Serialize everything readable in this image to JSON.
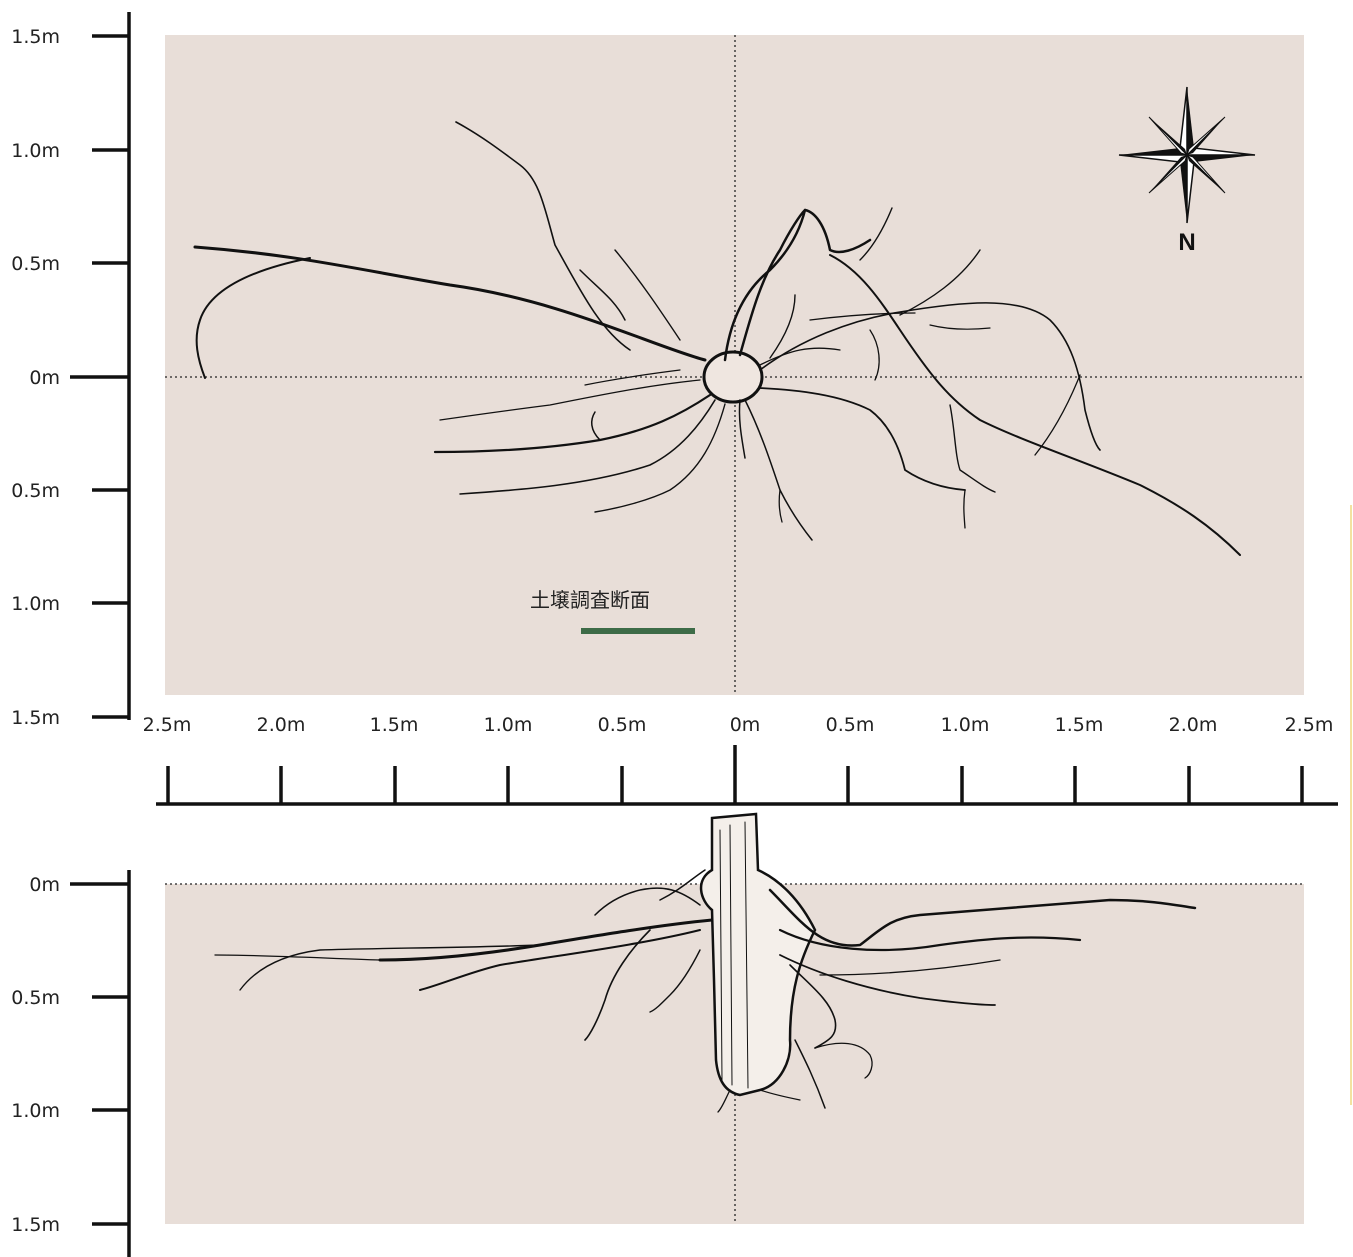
{
  "plan_view": {
    "y_ticks": [
      "1.5m",
      "1.0m",
      "0.5m",
      "0m",
      "0.5m",
      "1.0m",
      "1.5m"
    ],
    "x_ticks": [
      "2.5m",
      "2.0m",
      "1.5m",
      "1.0m",
      "0.5m",
      "0m",
      "0.5m",
      "1.0m",
      "1.5m",
      "2.0m",
      "2.5m"
    ],
    "compass_label": "N",
    "soil_section_label": "土壌調査断面",
    "soil_section_color": "#3d6b47",
    "panel_color": "#e8ded8"
  },
  "section_view": {
    "y_ticks": [
      "0m",
      "0.5m",
      "1.0m",
      "1.5m"
    ],
    "panel_color": "#e8ded8"
  },
  "accent_line_color": "#f3e2a0"
}
